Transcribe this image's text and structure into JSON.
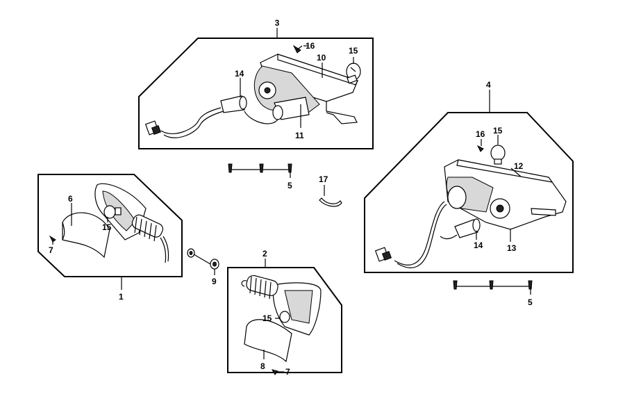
{
  "callouts": {
    "c1": "1",
    "c2": "2",
    "c3": "3",
    "c4": "4",
    "c5a": "5",
    "c5b": "5",
    "c6": "6",
    "c7a": "7",
    "c7b": "7",
    "c8": "8",
    "c9": "9",
    "c10": "10",
    "c11": "11",
    "c12": "12",
    "c13": "13",
    "c14a": "14",
    "c14b": "14",
    "c15a": "15",
    "c15b": "15",
    "c15c": "15",
    "c15d": "15",
    "c16a": "16",
    "c16b": "16",
    "c17": "17"
  }
}
